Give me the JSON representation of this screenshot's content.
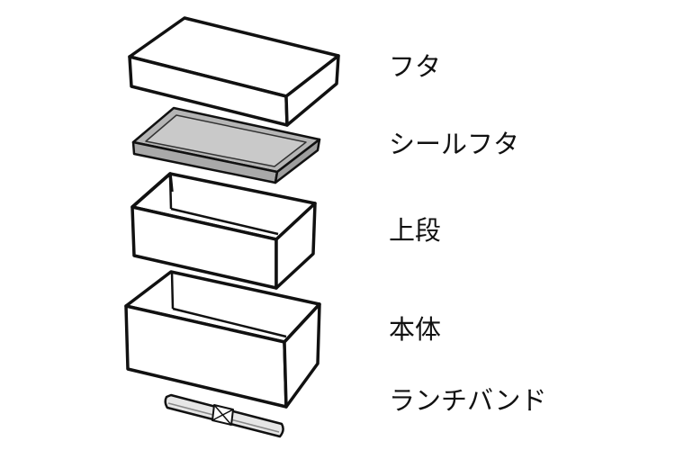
{
  "parts": [
    {
      "label": "フタ"
    },
    {
      "label": "シールフタ"
    },
    {
      "label": "上段"
    },
    {
      "label": "本体"
    },
    {
      "label": "ランチバンド"
    }
  ],
  "colors": {
    "stroke": "#111111",
    "fill": "#ffffff",
    "seal_frame": "#b5b5b5",
    "seal_panel": "#c9c9c9",
    "band": "#e6e6e6"
  }
}
